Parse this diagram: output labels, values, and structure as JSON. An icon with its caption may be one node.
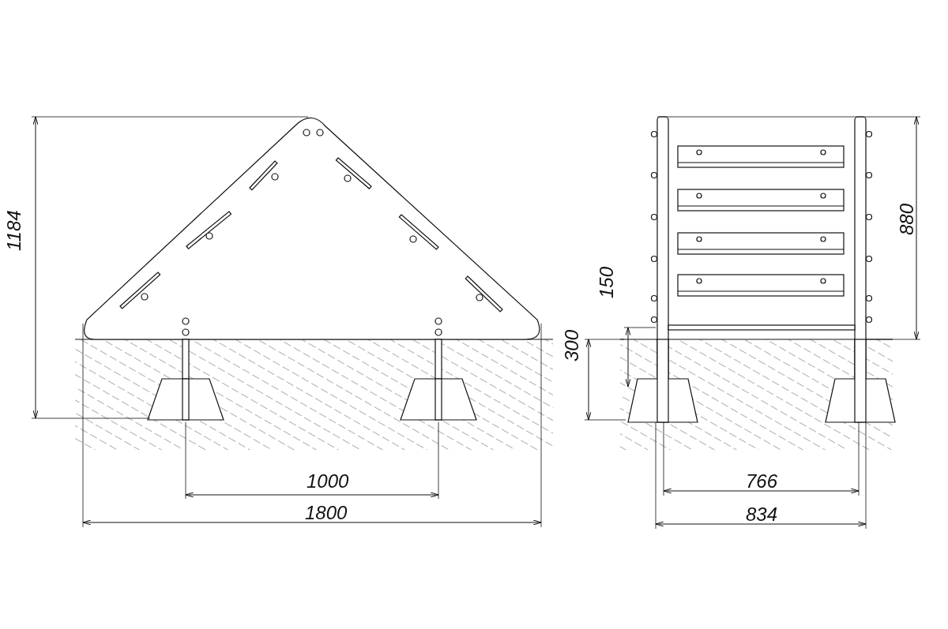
{
  "diagram": {
    "labels": [
      "1184",
      "1000",
      "1800",
      "880",
      "150",
      "300",
      "766",
      "834"
    ]
  }
}
